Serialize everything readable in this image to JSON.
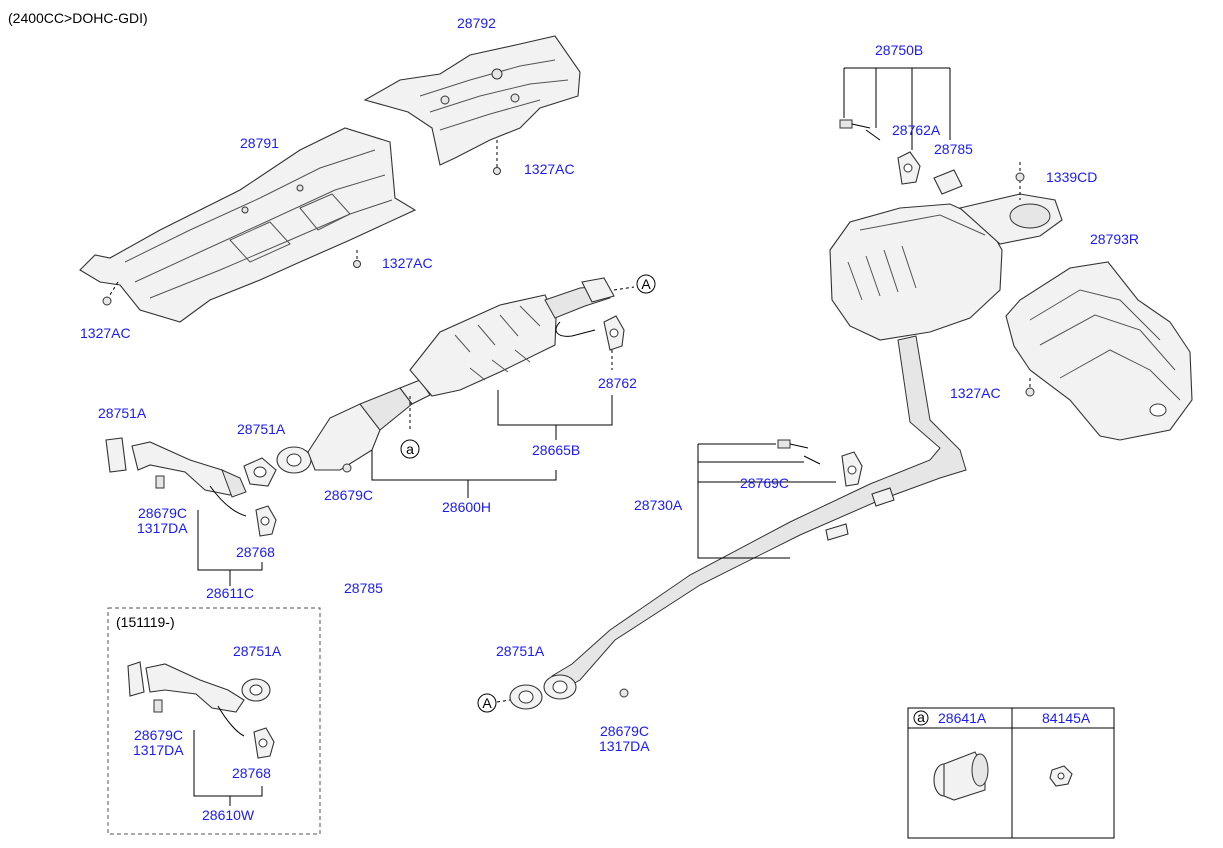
{
  "header": {
    "engine_spec": "(2400CC>DOHC-GDI)"
  },
  "labels": {
    "p28792": "28792",
    "p28791": "28791",
    "p1327ac_a": "1327AC",
    "p1327ac_b": "1327AC",
    "p1327ac_c": "1327AC",
    "p1327ac_d": "1327AC",
    "p28750b": "28750B",
    "p28762a": "28762A",
    "p28785_a": "28785",
    "p1339cd": "1339CD",
    "p28793r": "28793R",
    "p28762": "28762",
    "p28665b": "28665B",
    "p28600h": "28600H",
    "p28679c_a": "28679C",
    "p28751a_a": "28751A",
    "p28751a_b": "28751A",
    "p28679c_b": "28679C",
    "p1317da_a": "1317DA",
    "p28768_a": "28768",
    "p28611c": "28611C",
    "p28785_b": "28785",
    "p28730a": "28730A",
    "p28769c": "28769C",
    "p28751a_c": "28751A",
    "p28679c_c": "28679C",
    "p1317da_c": "1317DA",
    "p28751a_d": "28751A",
    "p28679c_d": "28679C",
    "p1317da_d": "1317DA",
    "p28768_b": "28768",
    "p28610w": "28610W"
  },
  "callouts": {
    "ref_a": "A",
    "ref_small_a": "a"
  },
  "inset_box": {
    "date_label": "(151119-)"
  },
  "legend": {
    "key": "a",
    "part1": "28641A",
    "part2": "84145A"
  },
  "colors": {
    "part_number": "#1a1aff",
    "text": "#000000"
  }
}
